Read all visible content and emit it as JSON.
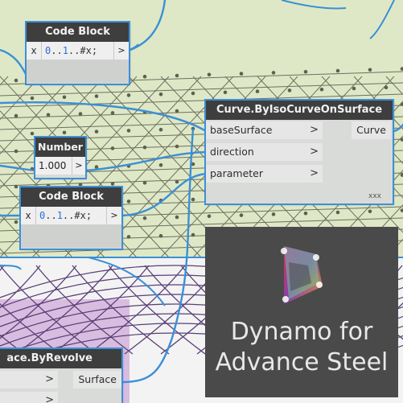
{
  "nodes": {
    "code_block_1": {
      "title": "Code Block",
      "input_port": "x",
      "code_start": "0",
      "code_sep1": "..",
      "code_mid": "1",
      "code_end": "..#x;",
      "output_arrow": ">"
    },
    "number": {
      "title": "Number",
      "value": "1.000",
      "output_arrow": ">"
    },
    "code_block_2": {
      "title": "Code Block",
      "input_port": "x",
      "code_start": "0",
      "code_sep1": "..",
      "code_mid": "1",
      "code_end": "..#x;",
      "output_arrow": ">"
    },
    "curve_iso": {
      "title": "Curve.ByIsoCurveOnSurface",
      "inputs": [
        "baseSurface",
        "direction",
        "parameter"
      ],
      "input_arrow": ">",
      "output": "Curve",
      "lacing": "xxx"
    },
    "revolve": {
      "title": "ace.ByRevolve",
      "output": "Surface",
      "input_arrow": ">"
    }
  },
  "logo": {
    "line1": "Dynamo for",
    "line2": "Advance Steel"
  },
  "colors": {
    "workspace_bg": "#dfe8c6",
    "lower_bg": "#f3f3f3",
    "group_purple": "#d9bde0",
    "wire_blue": "#3b8fd6",
    "mesh_green": "#6b7060",
    "mesh_purple": "#5a3f78",
    "node_header": "#3e3e3e",
    "logo_panel": "#4a4a4a"
  }
}
